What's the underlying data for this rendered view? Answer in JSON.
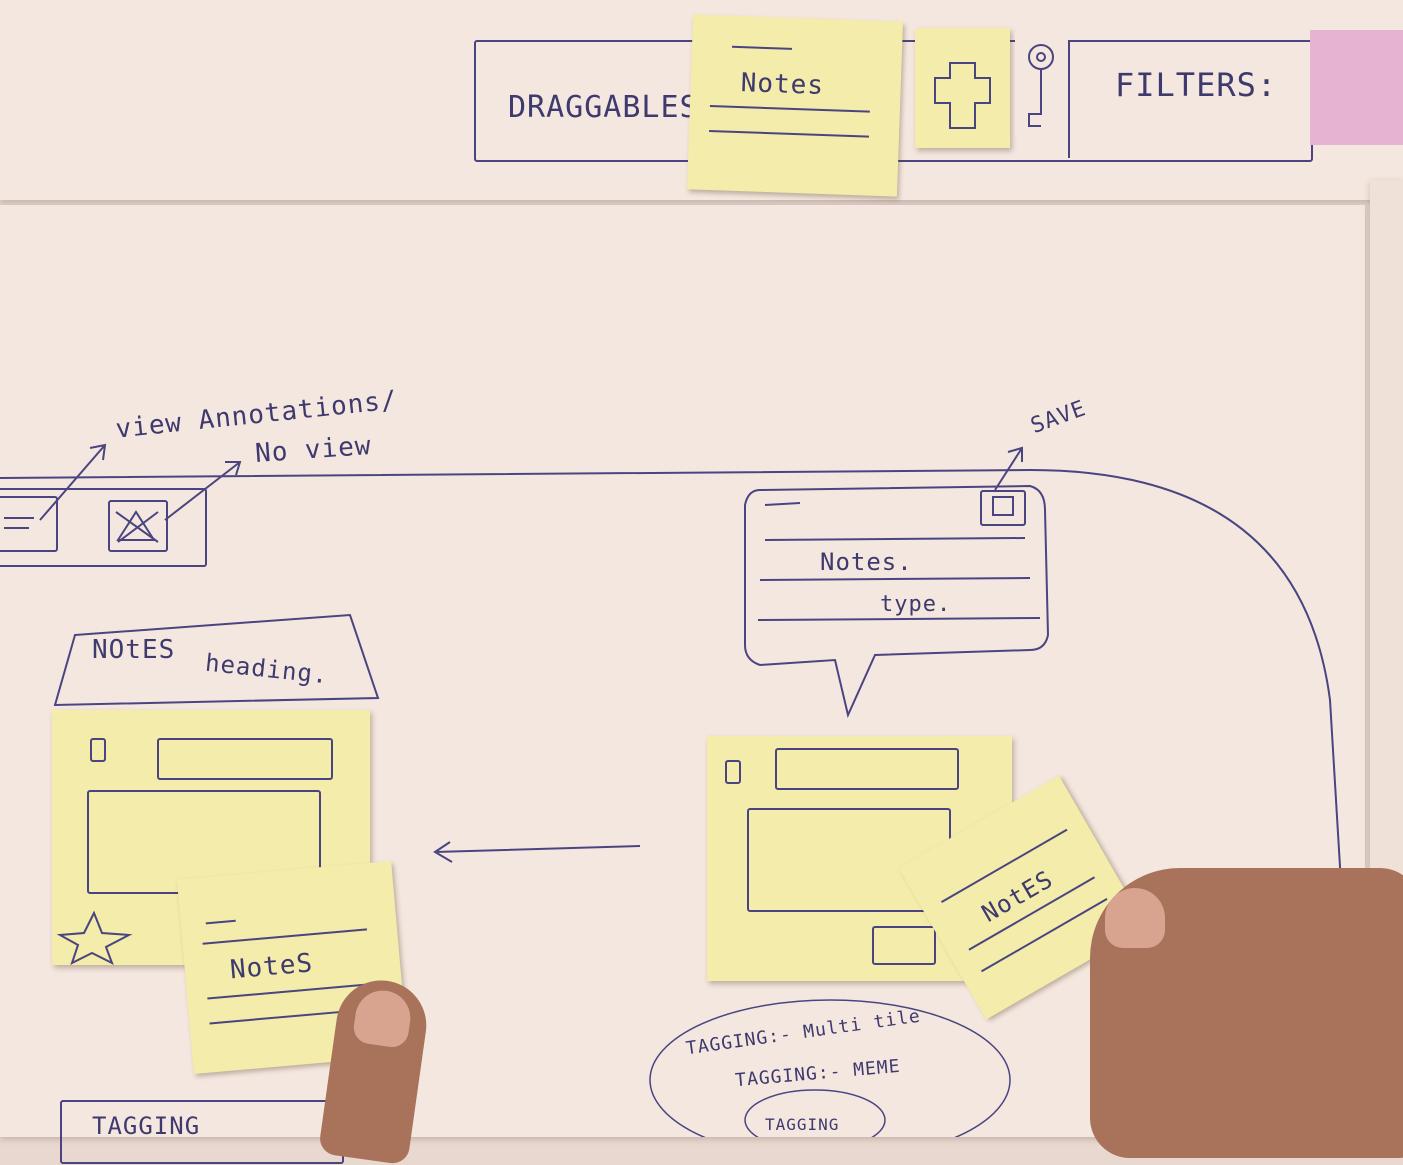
{
  "toolbar": {
    "draggables_label": "DRAGGABLES",
    "notes_sticky_label": "Notes",
    "filters_label": "FILTERS:"
  },
  "view_controls": {
    "view_annotations_label": "view Annotations/",
    "no_view_label": "No view"
  },
  "notes_panel": {
    "heading_line1": "NOtES",
    "heading_line2": "heading."
  },
  "left_sticky_note": {
    "label": "NoteS"
  },
  "popup": {
    "save_label": "SAVE",
    "notes_label": "Notes.",
    "type_label": "type."
  },
  "right_sticky_note": {
    "label": "NotES"
  },
  "tagging_bottom": {
    "line1": "TAGGING:- Multi tile",
    "line2": "TAGGING:- MEME",
    "line3": "TAGGING"
  },
  "tagging_box": {
    "label": "TAGGING"
  },
  "colors": {
    "paper": "#f4e7df",
    "sticky": "#f3ecaa",
    "ink": "#3e3a6e",
    "pink_tab": "#e6b3d3"
  },
  "icons": [
    "puzzle-icon",
    "key-icon",
    "save-icon",
    "lines-icon",
    "no-view-icon",
    "star-icon",
    "handle-icon"
  ]
}
